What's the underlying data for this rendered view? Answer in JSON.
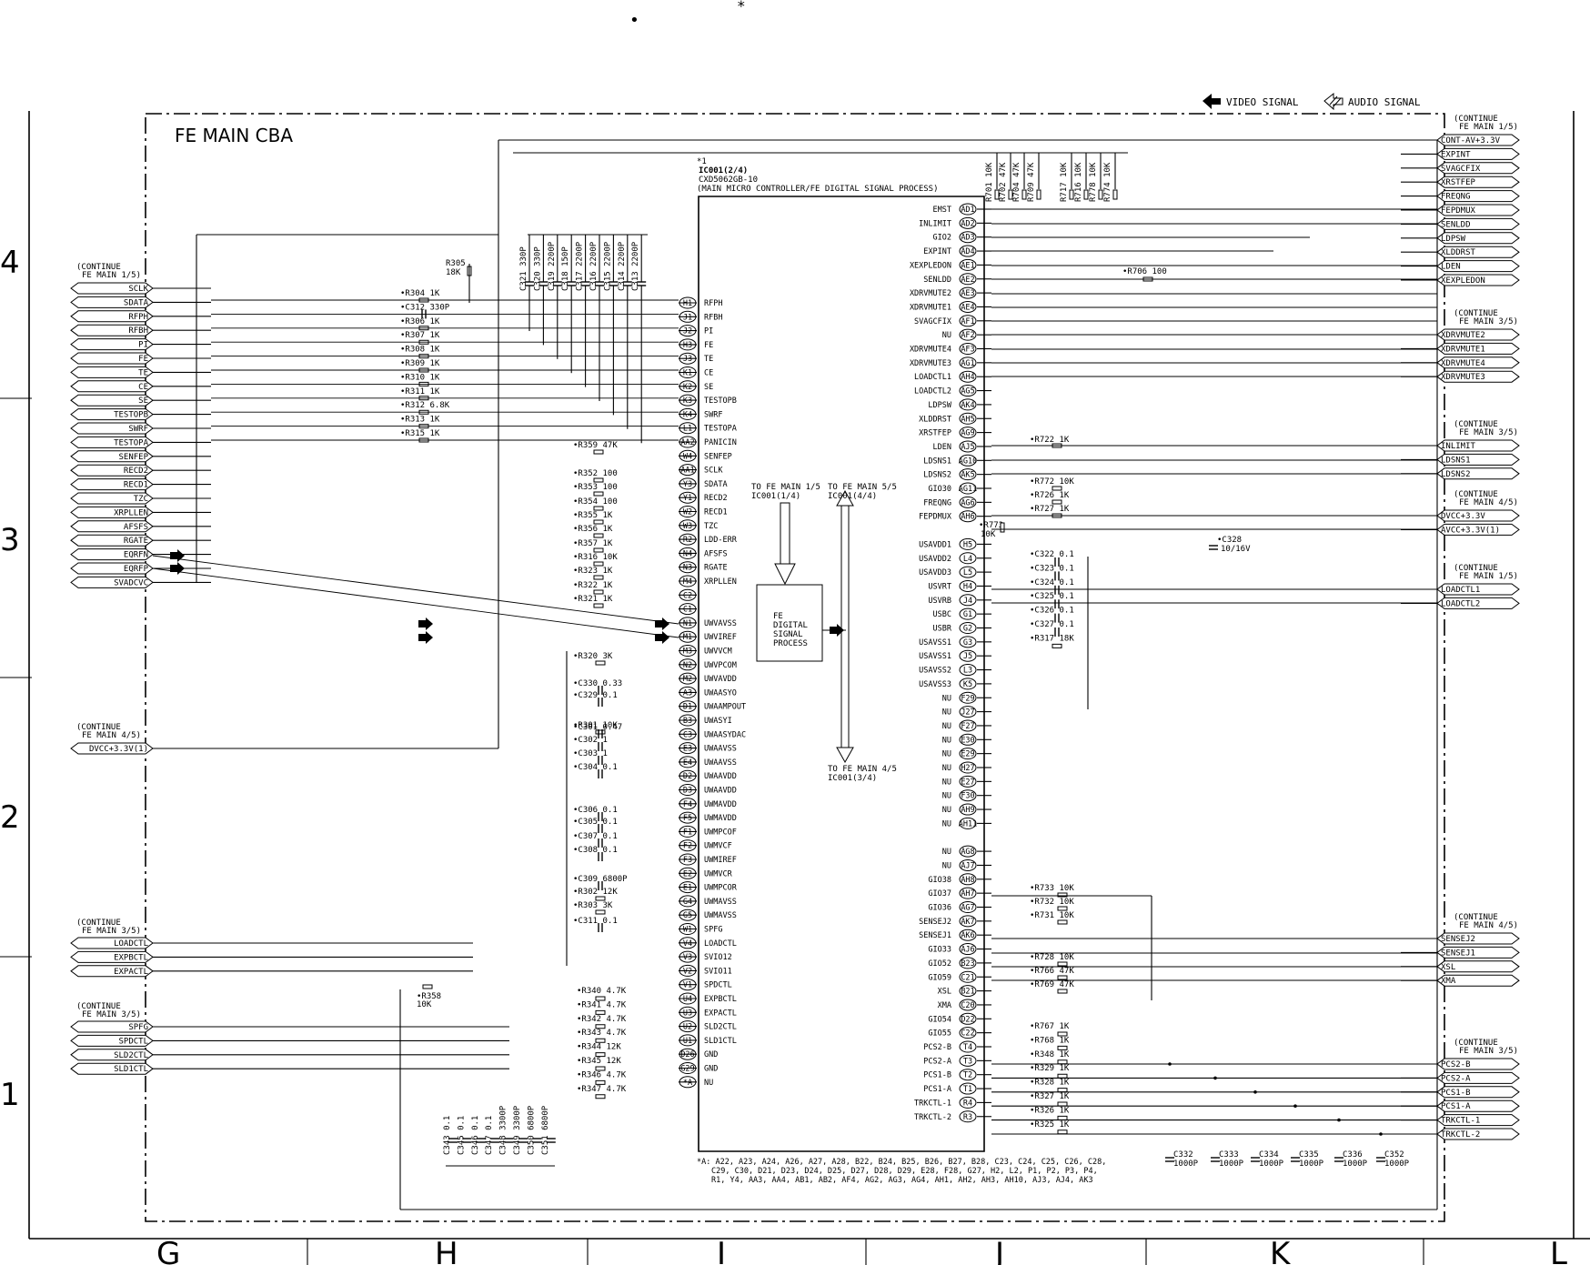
{
  "board_title": "FE MAIN CBA",
  "legend": {
    "video": "VIDEO SIGNAL",
    "audio": "AUDIO SIGNAL"
  },
  "ic": {
    "ref": "IC001(2/4)",
    "part": "CXD5062GB-10",
    "desc": "(MAIN MICRO CONTROLLER/FE DIGITAL SIGNAL PROCESS)",
    "mark": "*1",
    "block": [
      "FE",
      "DIGITAL",
      "SIGNAL",
      "PROCESS"
    ],
    "note1": "TO FE MAIN 1/5",
    "note1b": "IC001(1/4)",
    "note2": "TO FE MAIN 5/5",
    "note2b": "IC001(4/4)",
    "note3": "TO FE MAIN 4/5",
    "note3b": "IC001(3/4)",
    "footnote1": "*A: A22, A23, A24, A26, A27, A28, B22, B24, B25, B26, B27, B28, C23, C24, C25, C26, C28,",
    "footnote2": "C29, C30, D21, D23, D24, D25, D27, D28, D29, E28, F28, G27, H2, L2, P1, P2, P3, P4,",
    "footnote3": "R1, Y4, AA3, AA4, AB1, AB2, AF4, AG2, AG3, AG4, AH1, AH2, AH3, AH10, AJ3, AJ4, AK3"
  },
  "left_pins": [
    {
      "name": "RFPH",
      "pin": "H1"
    },
    {
      "name": "RFBH",
      "pin": "J1"
    },
    {
      "name": "PI",
      "pin": "J2"
    },
    {
      "name": "FE",
      "pin": "H3"
    },
    {
      "name": "TE",
      "pin": "J3"
    },
    {
      "name": "CE",
      "pin": "K1"
    },
    {
      "name": "SE",
      "pin": "K2"
    },
    {
      "name": "TESTOPB",
      "pin": "K3"
    },
    {
      "name": "SWRF",
      "pin": "K4"
    },
    {
      "name": "TESTOPA",
      "pin": "L1"
    },
    {
      "name": "PANICIN",
      "pin": "AA2"
    },
    {
      "name": "SENFEP",
      "pin": "W4"
    },
    {
      "name": "SCLK",
      "pin": "AA1"
    },
    {
      "name": "SDATA",
      "pin": "Y3"
    },
    {
      "name": "RECD2",
      "pin": "Y1"
    },
    {
      "name": "RECD1",
      "pin": "W2"
    },
    {
      "name": "TZC",
      "pin": "W3"
    },
    {
      "name": "LDD-ERR",
      "pin": "R2"
    },
    {
      "name": "AFSFS",
      "pin": "N4"
    },
    {
      "name": "RGATE",
      "pin": "N3"
    },
    {
      "name": "XRPLLEN",
      "pin": "M4"
    },
    {
      "name": "",
      "pin": "C2"
    },
    {
      "name": "",
      "pin": "C1"
    },
    {
      "name": "UWVAVSS",
      "pin": "N1"
    },
    {
      "name": "UWVIREF",
      "pin": "M1"
    },
    {
      "name": "UWVVCM",
      "pin": "M3"
    },
    {
      "name": "UWVPCOM",
      "pin": "N2"
    },
    {
      "name": "UWVAVDD",
      "pin": "M2"
    },
    {
      "name": "UWAASYO",
      "pin": "A3"
    },
    {
      "name": "UWAAMPOUT",
      "pin": "D1"
    },
    {
      "name": "UWASYI",
      "pin": "B3"
    },
    {
      "name": "UWAASYDAC",
      "pin": "C3"
    },
    {
      "name": "UWAAVSS",
      "pin": "E3"
    },
    {
      "name": "UWAAVSS",
      "pin": "E4"
    },
    {
      "name": "UWAAVDD",
      "pin": "D2"
    },
    {
      "name": "UWAAVDD",
      "pin": "D3"
    },
    {
      "name": "UWMAVDD",
      "pin": "F4"
    },
    {
      "name": "UWMAVDD",
      "pin": "F5"
    },
    {
      "name": "UWMPCOF",
      "pin": "F1"
    },
    {
      "name": "UWMVCF",
      "pin": "F2"
    },
    {
      "name": "UWMIREF",
      "pin": "F3"
    },
    {
      "name": "UWMVCR",
      "pin": "E2"
    },
    {
      "name": "UWMPCOR",
      "pin": "E1"
    },
    {
      "name": "UWMAVSS",
      "pin": "G4"
    },
    {
      "name": "UWMAVSS",
      "pin": "G5"
    },
    {
      "name": "SPFG",
      "pin": "W1"
    },
    {
      "name": "LOADCTL",
      "pin": "V4"
    },
    {
      "name": "SVIO12",
      "pin": "V3"
    },
    {
      "name": "SVIO11",
      "pin": "V2"
    },
    {
      "name": "SPDCTL",
      "pin": "V1"
    },
    {
      "name": "EXPBCTL",
      "pin": "U4"
    },
    {
      "name": "EXPACTL",
      "pin": "U3"
    },
    {
      "name": "SLD2CTL",
      "pin": "U2"
    },
    {
      "name": "SLD1CTL",
      "pin": "U1"
    },
    {
      "name": "GND",
      "pin": "D26"
    },
    {
      "name": "GND",
      "pin": "G29"
    },
    {
      "name": "NU",
      "pin": "*A"
    }
  ],
  "right_pins": [
    {
      "name": "EMST",
      "pin": "AD1"
    },
    {
      "name": "INLIMIT",
      "pin": "AD2"
    },
    {
      "name": "GIO2",
      "pin": "AD3"
    },
    {
      "name": "EXPINT",
      "pin": "AD4"
    },
    {
      "name": "XEXPLEDON",
      "pin": "AE1"
    },
    {
      "name": "SENLDD",
      "pin": "AE2"
    },
    {
      "name": "XDRVMUTE2",
      "pin": "AE3"
    },
    {
      "name": "XDRVMUTE1",
      "pin": "AE4"
    },
    {
      "name": "SVAGCFIX",
      "pin": "AF1"
    },
    {
      "name": "NU",
      "pin": "AF2"
    },
    {
      "name": "XDRVMUTE4",
      "pin": "AF3"
    },
    {
      "name": "XDRVMUTE3",
      "pin": "AG1"
    },
    {
      "name": "LOADCTL1",
      "pin": "AH4"
    },
    {
      "name": "LOADCTL2",
      "pin": "AG5"
    },
    {
      "name": "LDPSW",
      "pin": "AK4"
    },
    {
      "name": "XLDDRST",
      "pin": "AH5"
    },
    {
      "name": "XRSTFEP",
      "pin": "AG9"
    },
    {
      "name": "LDEN",
      "pin": "AJ5"
    },
    {
      "name": "LDSNS1",
      "pin": "AG10"
    },
    {
      "name": "LDSNS2",
      "pin": "AK5"
    },
    {
      "name": "GIO30",
      "pin": "AG11"
    },
    {
      "name": "FREQNG",
      "pin": "AG6"
    },
    {
      "name": "FEPDMUX",
      "pin": "AH6"
    },
    {
      "name": "",
      "pin": ""
    },
    {
      "name": "USAVDD1",
      "pin": "H5"
    },
    {
      "name": "USAVDD2",
      "pin": "L4"
    },
    {
      "name": "USAVDD3",
      "pin": "L5"
    },
    {
      "name": "USVRT",
      "pin": "H4"
    },
    {
      "name": "USVRB",
      "pin": "J4"
    },
    {
      "name": "USBC",
      "pin": "G1"
    },
    {
      "name": "USBR",
      "pin": "G2"
    },
    {
      "name": "USAVSS1",
      "pin": "G3"
    },
    {
      "name": "USAVSS1",
      "pin": "J5"
    },
    {
      "name": "USAVSS2",
      "pin": "L3"
    },
    {
      "name": "USAVSS3",
      "pin": "K5"
    },
    {
      "name": "NU",
      "pin": "F29"
    },
    {
      "name": "NU",
      "pin": "J27"
    },
    {
      "name": "NU",
      "pin": "F27"
    },
    {
      "name": "NU",
      "pin": "E30"
    },
    {
      "name": "NU",
      "pin": "E29"
    },
    {
      "name": "NU",
      "pin": "H27"
    },
    {
      "name": "NU",
      "pin": "E27"
    },
    {
      "name": "NU",
      "pin": "F30"
    },
    {
      "name": "NU",
      "pin": "AH9"
    },
    {
      "name": "NU",
      "pin": "AH11"
    },
    {
      "name": "",
      "pin": ""
    },
    {
      "name": "NU",
      "pin": "AG8"
    },
    {
      "name": "NU",
      "pin": "AJ7"
    },
    {
      "name": "GIO38",
      "pin": "AH8"
    },
    {
      "name": "GIO37",
      "pin": "AH7"
    },
    {
      "name": "GIO36",
      "pin": "AG7"
    },
    {
      "name": "SENSEJ2",
      "pin": "AK7"
    },
    {
      "name": "SENSEJ1",
      "pin": "AK6"
    },
    {
      "name": "GIO33",
      "pin": "AJ6"
    },
    {
      "name": "GIO52",
      "pin": "B23"
    },
    {
      "name": "GIO59",
      "pin": "C21"
    },
    {
      "name": "XSL",
      "pin": "B21"
    },
    {
      "name": "XMA",
      "pin": "C20"
    },
    {
      "name": "GIO54",
      "pin": "D22"
    },
    {
      "name": "GIO55",
      "pin": "C22"
    },
    {
      "name": "PCS2-B",
      "pin": "T4"
    },
    {
      "name": "PCS2-A",
      "pin": "T3"
    },
    {
      "name": "PCS1-B",
      "pin": "T2"
    },
    {
      "name": "PCS1-A",
      "pin": "T1"
    },
    {
      "name": "TRKCTL-1",
      "pin": "R4"
    },
    {
      "name": "TRKCTL-2",
      "pin": "R3"
    }
  ],
  "left_connectors": {
    "group1_title": [
      "(CONTINUE",
      "FE MAIN 1/5)"
    ],
    "group1": [
      "SCLK",
      "SDATA",
      "RFPH",
      "RFBH",
      "PI",
      "FE",
      "TE",
      "CE",
      "SE",
      "TESTOPB",
      "SWRF",
      "TESTOPA",
      "SENFEP",
      "RECD2",
      "RECD1",
      "TZC",
      "XRPLLEN",
      "AFSFS",
      "RGATE",
      "EQRFN",
      "EQRFP",
      "SVADCVC"
    ],
    "group2_title": [
      "(CONTINUE",
      "FE MAIN 4/5)"
    ],
    "group2": [
      "DVCC+3.3V(1)"
    ],
    "group3_title": [
      "(CONTINUE",
      "FE MAIN 3/5)"
    ],
    "group3": [
      "LOADCTL",
      "EXPBCTL",
      "EXPACTL"
    ],
    "group4_title": [
      "(CONTINUE",
      "FE MAIN 3/5)"
    ],
    "group4": [
      "SPFG",
      "SPDCTL",
      "SLD2CTL",
      "SLD1CTL"
    ]
  },
  "right_connectors": {
    "group1_title": [
      "(CONTINUE",
      "FE MAIN 1/5)"
    ],
    "group1": [
      "CONT-AV+3.3V",
      "EXPINT",
      "SVAGCFIX",
      "XRSTFEP",
      "FREQNG",
      "FEPDMUX",
      "SENLDD",
      "LDPSW",
      "XLDDRST",
      "LDEN",
      "XEXPLEDON"
    ],
    "group2_title": [
      "(CONTINUE",
      "FE MAIN 3/5)"
    ],
    "group2": [
      "XDRVMUTE2",
      "XDRVMUTE1",
      "XDRVMUTE4",
      "XDRVMUTE3"
    ],
    "group3_title": [
      "(CONTINUE",
      "FE MAIN 3/5)"
    ],
    "group3": [
      "INLIMIT",
      "LDSNS1",
      "LDSNS2"
    ],
    "group4_title": [
      "(CONTINUE",
      "FE MAIN 4/5)"
    ],
    "group4": [
      "DVCC+3.3V",
      "AVCC+3.3V(1)"
    ],
    "group5_title": [
      "(CONTINUE",
      "FE MAIN 1/5)"
    ],
    "group5": [
      "LOADCTL1",
      "LOADCTL2"
    ],
    "group6_title": [
      "(CONTINUE",
      "FE MAIN 4/5)"
    ],
    "group6": [
      "SENSEJ2",
      "SENSEJ1",
      "XSL",
      "XMA"
    ],
    "group7_title": [
      "(CONTINUE",
      "FE MAIN 3/5)"
    ],
    "group7": [
      "PCS2-B",
      "PCS2-A",
      "PCS1-B",
      "PCS1-A",
      "TRKCTL-1",
      "TRKCTL-2"
    ]
  },
  "left_resistors": [
    {
      "ref": "R304",
      "val": "1K"
    },
    {
      "ref": "C312",
      "val": "330P"
    },
    {
      "ref": "R306",
      "val": "1K"
    },
    {
      "ref": "R307",
      "val": "1K"
    },
    {
      "ref": "R308",
      "val": "1K"
    },
    {
      "ref": "R309",
      "val": "1K"
    },
    {
      "ref": "R310",
      "val": "1K"
    },
    {
      "ref": "R311",
      "val": "1K"
    },
    {
      "ref": "R312",
      "val": "6.8K"
    },
    {
      "ref": "R313",
      "val": "1K"
    },
    {
      "ref": "R315",
      "val": "1K"
    }
  ],
  "r305": {
    "ref": "R305",
    "val": "18K"
  },
  "top_caps": [
    {
      "ref": "C321",
      "val": "330P"
    },
    {
      "ref": "C320",
      "val": "330P"
    },
    {
      "ref": "C319",
      "val": "2200P"
    },
    {
      "ref": "C318",
      "val": "150P"
    },
    {
      "ref": "C317",
      "val": "2200P"
    },
    {
      "ref": "C316",
      "val": "2200P"
    },
    {
      "ref": "C315",
      "val": "2200P"
    },
    {
      "ref": "C314",
      "val": "2200P"
    },
    {
      "ref": "C313",
      "val": "2200P"
    }
  ],
  "mid_resistors": [
    {
      "ref": "R359",
      "val": "47K"
    },
    {
      "ref": "R352",
      "val": "100"
    },
    {
      "ref": "R353",
      "val": "100"
    },
    {
      "ref": "R354",
      "val": "100"
    },
    {
      "ref": "R355",
      "val": "1K"
    },
    {
      "ref": "R356",
      "val": "1K"
    },
    {
      "ref": "R357",
      "val": "1K"
    },
    {
      "ref": "R316",
      "val": "10K"
    },
    {
      "ref": "R323",
      "val": "1K"
    },
    {
      "ref": "R322",
      "val": "1K"
    },
    {
      "ref": "R321",
      "val": "1K"
    }
  ],
  "analog_parts": [
    {
      "ref": "R320",
      "val": "3K"
    },
    {
      "ref": "C330",
      "val": "0.33"
    },
    {
      "ref": "C329",
      "val": "0.1"
    },
    {
      "ref": "R301",
      "val": "10K"
    },
    {
      "ref": "C301",
      "val": "0.47"
    },
    {
      "ref": "C302",
      "val": "1"
    },
    {
      "ref": "C303",
      "val": "1"
    },
    {
      "ref": "C304",
      "val": "0.1"
    },
    {
      "ref": "C306",
      "val": "0.1"
    },
    {
      "ref": "C305",
      "val": "0.1"
    },
    {
      "ref": "C307",
      "val": "0.1"
    },
    {
      "ref": "C308",
      "val": "0.1"
    },
    {
      "ref": "C309",
      "val": "6800P"
    },
    {
      "ref": "R302",
      "val": "12K"
    },
    {
      "ref": "R303",
      "val": "3K"
    },
    {
      "ref": "C311",
      "val": "0.1"
    }
  ],
  "bottom_resistors": [
    {
      "ref": "R340",
      "val": "4.7K"
    },
    {
      "ref": "R341",
      "val": "4.7K"
    },
    {
      "ref": "R342",
      "val": "4.7K"
    },
    {
      "ref": "R343",
      "val": "4.7K"
    },
    {
      "ref": "R344",
      "val": "12K"
    },
    {
      "ref": "R345",
      "val": "12K"
    },
    {
      "ref": "R346",
      "val": "4.7K"
    },
    {
      "ref": "R347",
      "val": "4.7K"
    }
  ],
  "r358": {
    "ref": "R358",
    "val": "10K"
  },
  "bottom_caps": [
    {
      "ref": "C343",
      "val": "0.1"
    },
    {
      "ref": "C345",
      "val": "0.1"
    },
    {
      "ref": "C346",
      "val": "0.1"
    },
    {
      "ref": "C347",
      "val": "0.1"
    },
    {
      "ref": "C348",
      "val": "3300P"
    },
    {
      "ref": "C349",
      "val": "3300P"
    },
    {
      "ref": "C350",
      "val": "6800P"
    },
    {
      "ref": "C351",
      "val": "6800P"
    }
  ],
  "top_right_res": [
    {
      "ref": "R701",
      "val": "10K"
    },
    {
      "ref": "R702",
      "val": "47K"
    },
    {
      "ref": "R704",
      "val": "47K"
    },
    {
      "ref": "R709",
      "val": "47K"
    },
    {
      "ref": "R717",
      "val": "10K"
    },
    {
      "ref": "R716",
      "val": "10K"
    },
    {
      "ref": "R778",
      "val": "10K"
    },
    {
      "ref": "R774",
      "val": "10K"
    }
  ],
  "right_parts": [
    {
      "ref": "R706",
      "val": "100"
    },
    {
      "ref": "R722",
      "val": "1K"
    },
    {
      "ref": "R772",
      "val": "10K"
    },
    {
      "ref": "R726",
      "val": "1K"
    },
    {
      "ref": "R727",
      "val": "1K"
    },
    {
      "ref": "R773",
      "val": "10K"
    },
    {
      "ref": "C328",
      "val": "10/16V"
    }
  ],
  "us_caps": [
    {
      "ref": "C322",
      "val": "0.1"
    },
    {
      "ref": "C323",
      "val": "0.1"
    },
    {
      "ref": "C324",
      "val": "0.1"
    },
    {
      "ref": "C325",
      "val": "0.1"
    },
    {
      "ref": "C326",
      "val": "0.1"
    },
    {
      "ref": "C327",
      "val": "0.1"
    },
    {
      "ref": "R317",
      "val": "18K"
    }
  ],
  "gio_res": [
    {
      "ref": "R733",
      "val": "10K"
    },
    {
      "ref": "R732",
      "val": "10K"
    },
    {
      "ref": "R731",
      "val": "10K"
    },
    {
      "ref": "R728",
      "val": "10K"
    },
    {
      "ref": "R766",
      "val": "47K"
    },
    {
      "ref": "R769",
      "val": "47K"
    }
  ],
  "pcs_res": [
    {
      "ref": "R767",
      "val": "1K"
    },
    {
      "ref": "R768",
      "val": "1K"
    },
    {
      "ref": "R348",
      "val": "1K"
    },
    {
      "ref": "R329",
      "val": "1K"
    },
    {
      "ref": "R328",
      "val": "1K"
    },
    {
      "ref": "R327",
      "val": "1K"
    },
    {
      "ref": "R326",
      "val": "1K"
    },
    {
      "ref": "R325",
      "val": "1K"
    }
  ],
  "pcs_caps": [
    {
      "ref": "C332",
      "val": "1000P"
    },
    {
      "ref": "C333",
      "val": "1000P"
    },
    {
      "ref": "C334",
      "val": "1000P"
    },
    {
      "ref": "C335",
      "val": "1000P"
    },
    {
      "ref": "C336",
      "val": "1000P"
    },
    {
      "ref": "C352",
      "val": "1000P"
    }
  ],
  "grid_rows": [
    "4",
    "3",
    "2",
    "1"
  ],
  "grid_cols": [
    "G",
    "H",
    "I",
    "J",
    "K",
    "L"
  ],
  "top_marks": [
    "•",
    "*"
  ]
}
